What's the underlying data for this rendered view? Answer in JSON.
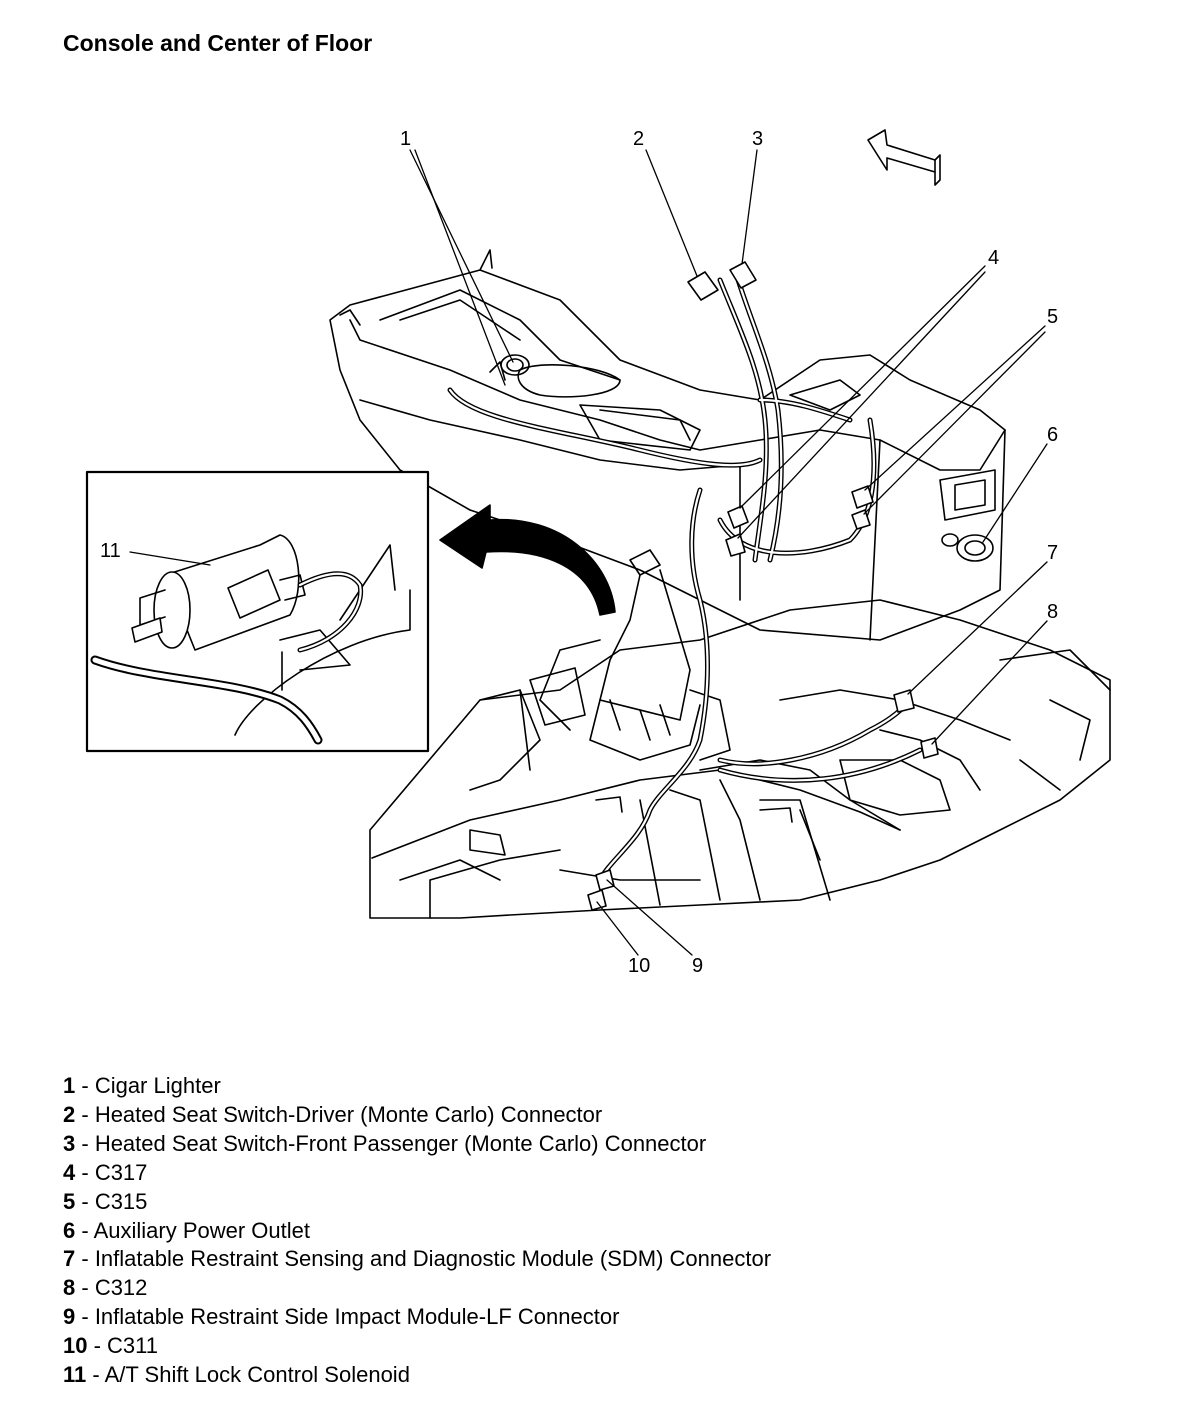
{
  "title": "Console and Center of Floor",
  "callouts": [
    "1",
    "2",
    "3",
    "4",
    "5",
    "6",
    "7",
    "8",
    "9",
    "10",
    "11"
  ],
  "legend": [
    {
      "num": "1",
      "sep": " - ",
      "text": "Cigar Lighter"
    },
    {
      "num": "2",
      "sep": " - ",
      "text": "Heated Seat Switch-Driver (Monte Carlo) Connector"
    },
    {
      "num": "3",
      "sep": " - ",
      "text": "Heated Seat Switch-Front Passenger (Monte Carlo) Connector"
    },
    {
      "num": "4",
      "sep": " - ",
      "text": "C317"
    },
    {
      "num": "5",
      "sep": " - ",
      "text": "C315"
    },
    {
      "num": "6",
      "sep": " - ",
      "text": "Auxiliary Power Outlet"
    },
    {
      "num": "7",
      "sep": " - ",
      "text": "Inflatable Restraint Sensing and Diagnostic Module (SDM) Connector"
    },
    {
      "num": "8",
      "sep": " - ",
      "text": "C312"
    },
    {
      "num": "9",
      "sep": " - ",
      "text": "Inflatable Restraint Side Impact Module-LF Connector"
    },
    {
      "num": "10",
      "sep": " - ",
      "text": "C311"
    },
    {
      "num": "11",
      "sep": " - ",
      "text": "A/T Shift Lock Control Solenoid"
    }
  ]
}
